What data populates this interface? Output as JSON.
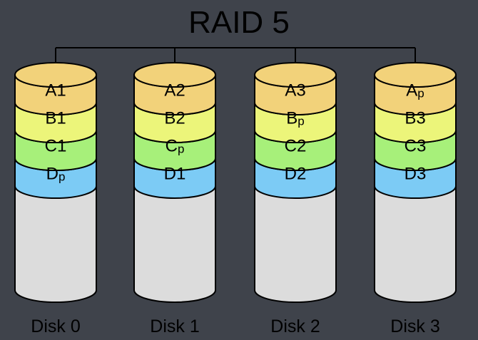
{
  "title": "RAID 5",
  "colors": {
    "background": "#3f434b",
    "stripe_a": "#f2d27a",
    "stripe_b": "#ecf57a",
    "stripe_c": "#a7f07a",
    "stripe_d": "#7ccbf5",
    "disk_body": "#dcdcdc"
  },
  "disks": [
    {
      "label": "Disk 0",
      "blocks": [
        {
          "main": "A",
          "sub": "1"
        },
        {
          "main": "B",
          "sub": "1"
        },
        {
          "main": "C",
          "sub": "1"
        },
        {
          "main": "D",
          "sub": "p",
          "parity": true
        }
      ]
    },
    {
      "label": "Disk 1",
      "blocks": [
        {
          "main": "A",
          "sub": "2"
        },
        {
          "main": "B",
          "sub": "2"
        },
        {
          "main": "C",
          "sub": "p",
          "parity": true
        },
        {
          "main": "D",
          "sub": "1"
        }
      ]
    },
    {
      "label": "Disk 2",
      "blocks": [
        {
          "main": "A",
          "sub": "3"
        },
        {
          "main": "B",
          "sub": "p",
          "parity": true
        },
        {
          "main": "C",
          "sub": "2"
        },
        {
          "main": "D",
          "sub": "2"
        }
      ]
    },
    {
      "label": "Disk 3",
      "blocks": [
        {
          "main": "A",
          "sub": "p",
          "parity": true
        },
        {
          "main": "B",
          "sub": "3"
        },
        {
          "main": "C",
          "sub": "3"
        },
        {
          "main": "D",
          "sub": "3"
        }
      ]
    }
  ]
}
